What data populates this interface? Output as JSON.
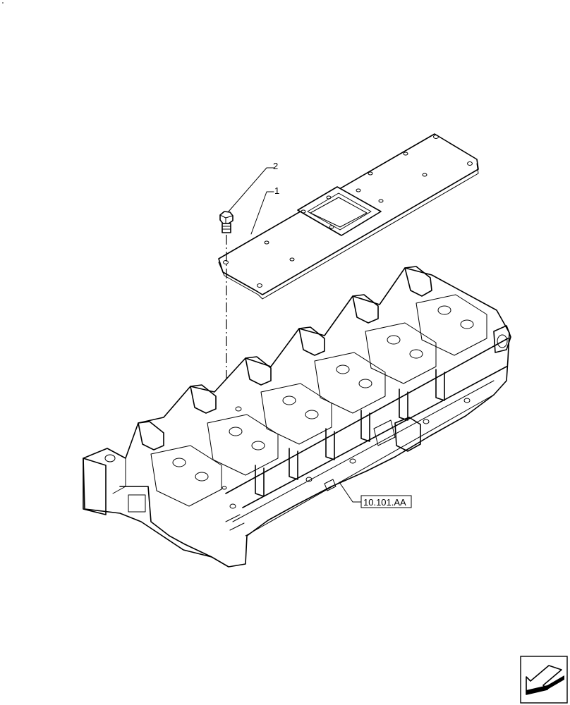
{
  "callouts": [
    {
      "id": "bolt",
      "label": "2"
    },
    {
      "id": "gasket",
      "label": "1"
    }
  ],
  "reference": {
    "label": "10.101.AA"
  },
  "nav_icon": "next-page-arrow-icon"
}
